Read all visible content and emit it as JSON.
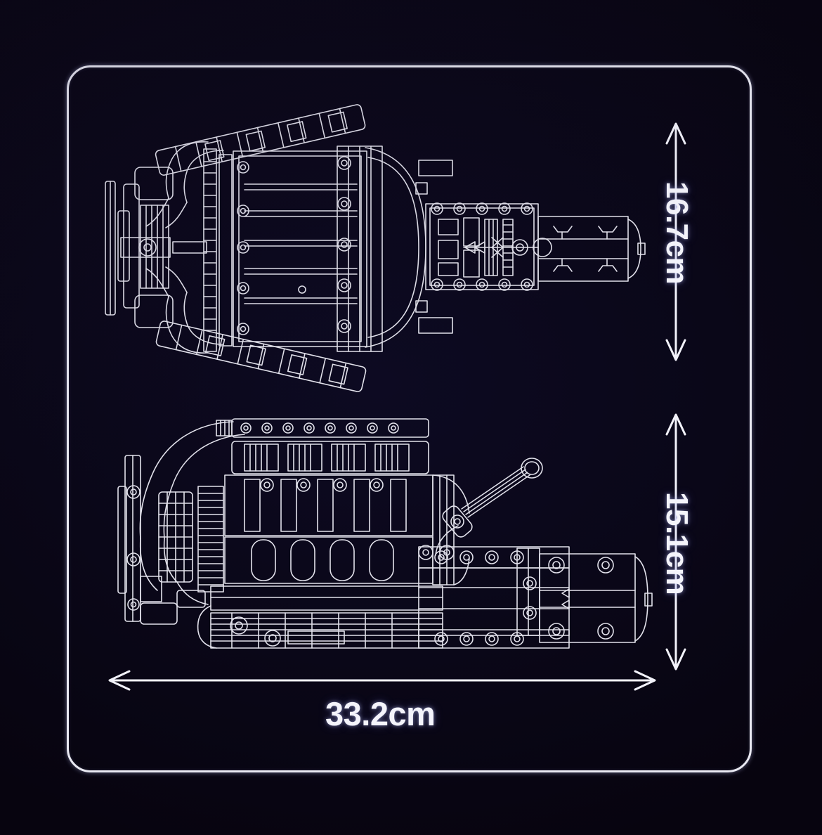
{
  "meta": {
    "background_color": "#090614",
    "line_color": "#e9e9f2",
    "subject": "engine-model-dimension-diagram"
  },
  "frame": {
    "name": "rounded-border-frame",
    "color": "#e9e9f2",
    "corner_radius": "34px"
  },
  "dimensions": {
    "width": {
      "label": "33.2cm",
      "value": 33.2,
      "unit": "cm",
      "orientation": "horizontal"
    },
    "height_top": {
      "label": "16.7cm",
      "value": 16.7,
      "unit": "cm",
      "orientation": "vertical"
    },
    "height_bottom": {
      "label": "15.1cm",
      "value": 15.1,
      "unit": "cm",
      "orientation": "vertical"
    }
  },
  "drawings": [
    {
      "name": "engine-top-view",
      "view": "top",
      "description": "Top-down outline of a four-cylinder engine with intake manifold, exhaust headers, accessory belt drive and attached gearbox with output shaft"
    },
    {
      "name": "engine-side-view",
      "view": "side",
      "description": "Side-profile outline of the same engine showing cylinder head, valve cover, block, oil pan, timing belt pulleys and gearbox with gear shift lever"
    }
  ],
  "arrows": [
    {
      "name": "width-dimension-arrow",
      "style": "double-headed",
      "direction": "horizontal"
    },
    {
      "name": "top-height-dimension-arrow",
      "style": "double-headed",
      "direction": "vertical"
    },
    {
      "name": "bottom-height-dimension-arrow",
      "style": "double-headed",
      "direction": "vertical"
    }
  ]
}
